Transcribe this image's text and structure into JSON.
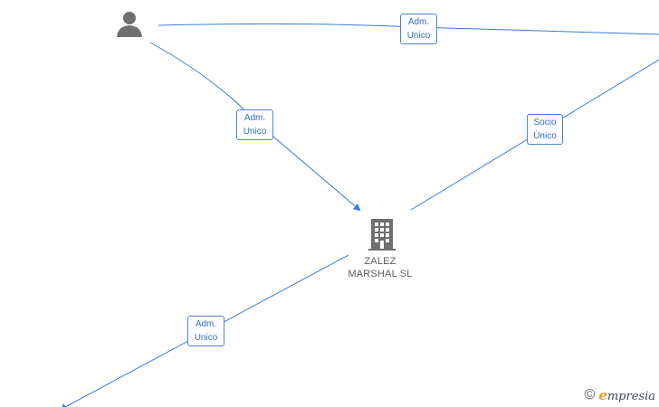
{
  "nodes": {
    "company": {
      "name_line1": "ZALEZ",
      "name_line2": "MARSHAL SL"
    }
  },
  "edges": [
    {
      "id": "top",
      "label_line1": "Adm.",
      "label_line2": "Unico"
    },
    {
      "id": "left",
      "label_line1": "Adm.",
      "label_line2": "Unico"
    },
    {
      "id": "right",
      "label_line1": "Socio",
      "label_line2": "Único"
    },
    {
      "id": "bottom",
      "label_line1": "Adm.",
      "label_line2": "Unico"
    }
  ],
  "watermark": {
    "copyright": "©",
    "brand_initial": "e",
    "brand_rest": "mpresia"
  },
  "colors": {
    "edge": "#3a7bd5",
    "icon": "#6f6f6f"
  }
}
